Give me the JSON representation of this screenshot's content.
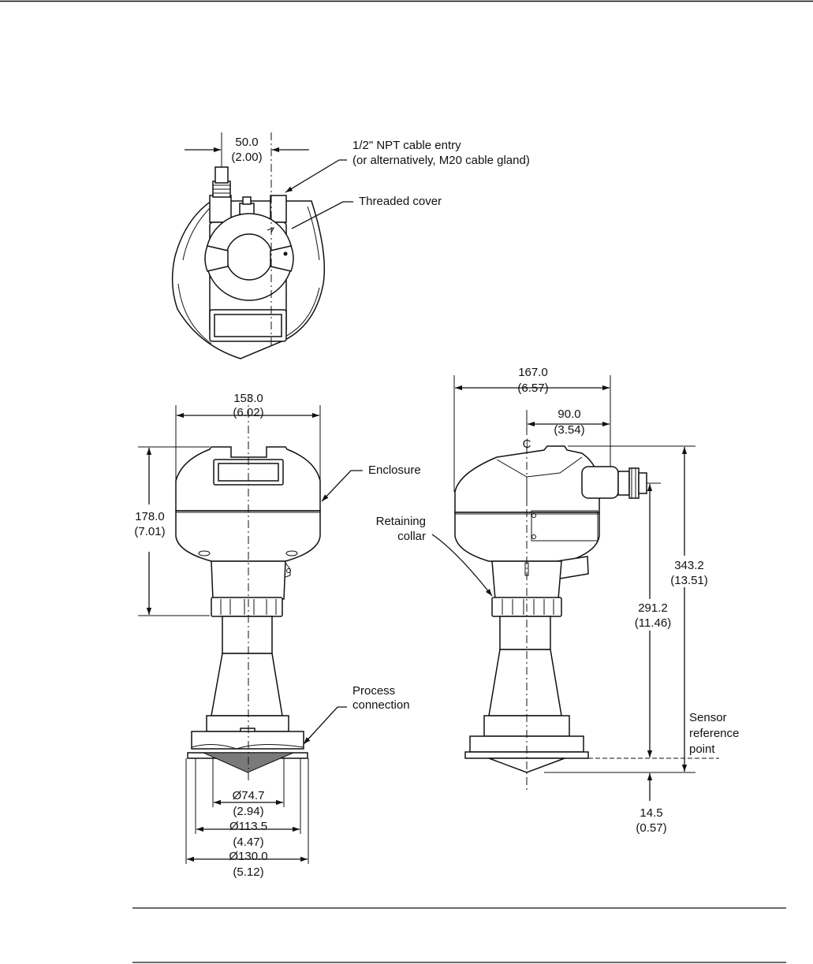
{
  "top_view": {
    "width_mm": "50.0",
    "width_in": "(2.00)",
    "cable_entry_line1": "1/2\" NPT cable entry",
    "cable_entry_line2": "(or alternatively, M20 cable gland)",
    "threaded_cover": "Threaded cover"
  },
  "front_view": {
    "width_mm": "153.0",
    "width_in": "(6.02)",
    "height_mm": "178.0",
    "height_in": "(7.01)",
    "enclosure": "Enclosure",
    "process_line1": "Process",
    "process_line2": "connection",
    "d1_mm": "Ø74.7",
    "d1_in": "(2.94)",
    "d2_mm": "Ø113.5",
    "d2_in": "(4.47)",
    "d3_mm": "Ø130.0",
    "d3_in": "(5.12)"
  },
  "side_view": {
    "width_mm": "167.0",
    "width_in": "(6.57)",
    "offset_mm": "90.0",
    "offset_in": "(3.54)",
    "centerline_symbol": "₵",
    "retaining_line1": "Retaining",
    "retaining_line2": "collar",
    "total_mm": "343.2",
    "total_in": "(13.51)",
    "ref_mm": "291.2",
    "ref_in": "(11.46)",
    "sensor_line1": "Sensor",
    "sensor_line2": "reference",
    "sensor_line3": "point",
    "tip_mm": "14.5",
    "tip_in": "(0.57)"
  },
  "colors": {
    "ink": "#111111",
    "shade": "#7a7a7a"
  }
}
